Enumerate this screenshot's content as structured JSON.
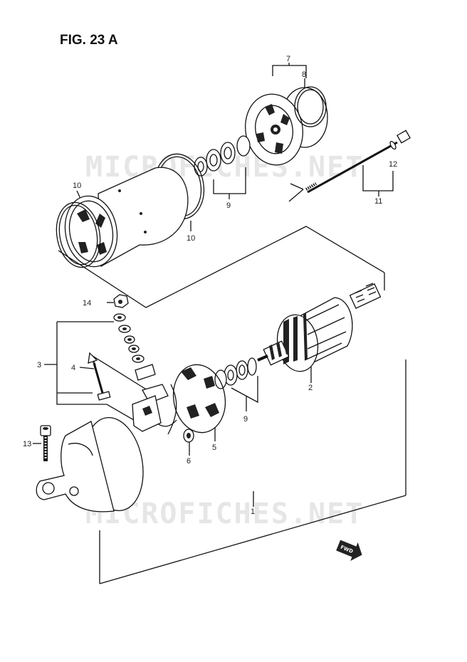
{
  "figure": {
    "title": "FIG. 23 A"
  },
  "watermarks": [
    "MICROFICHES.NET",
    "MICROFICHES.NET"
  ],
  "callouts": [
    "7",
    "8",
    "12",
    "11",
    "10",
    "9",
    "10",
    "14",
    "3",
    "4",
    "2",
    "9",
    "5",
    "6",
    "13",
    "1"
  ],
  "fwd_arrow": {
    "label": "FWD"
  }
}
